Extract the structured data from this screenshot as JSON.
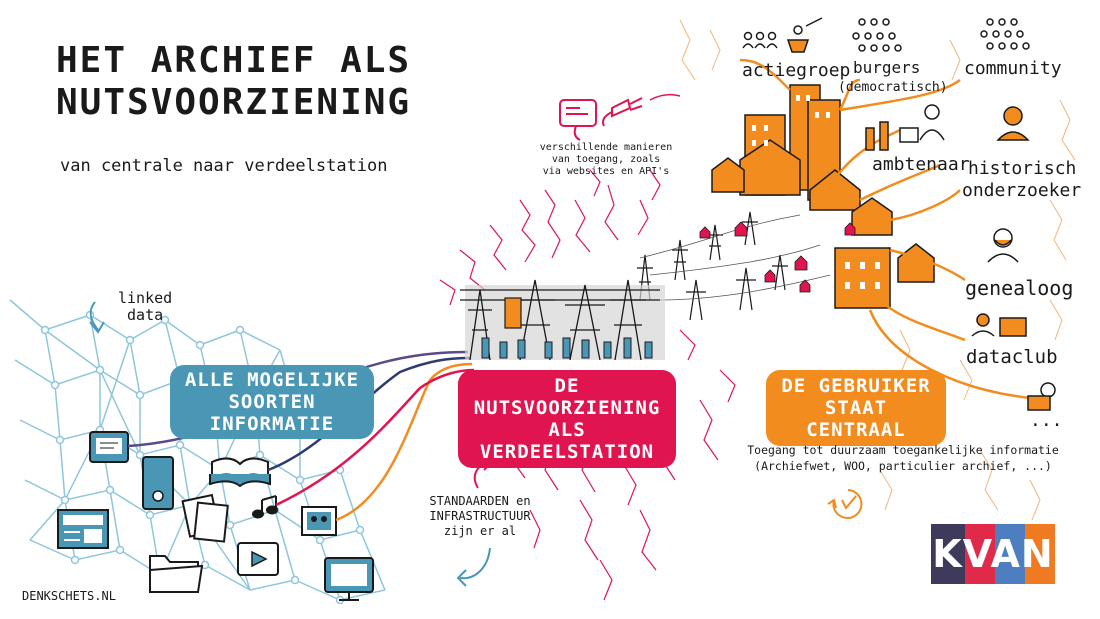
{
  "title": {
    "line1": "HET ARCHIEF ALS",
    "line2": "NUTSVOORZIENING",
    "subtitle": "van centrale naar verdeelstation"
  },
  "left": {
    "linked_data_1": "linked",
    "linked_data_2": "data",
    "banner_line1": "ALLE MOGELIJKE",
    "banner_line2": "SOORTEN INFORMATIE",
    "credit": "DENKSCHETS.NL"
  },
  "center": {
    "banner_line1": "DE NUTSVOORZIENING",
    "banner_line2": "ALS VERDEELSTATION",
    "access_note_1": "verschillende manieren",
    "access_note_2": "van toegang, zoals",
    "access_note_3": "via websites en API's",
    "standards_1": "STANDAARDEN en",
    "standards_2": "INFRASTRUCTUUR",
    "standards_3": "zijn er al"
  },
  "right": {
    "banner_line1": "DE GEBRUIKER",
    "banner_line2": "STAAT CENTRAAL",
    "users": {
      "actiegroep": "actiegroep",
      "burgers": "burgers",
      "democratisch": "(democratisch)",
      "community": "community",
      "ambtenaar": "ambtenaar",
      "historisch": "historisch",
      "onderzoeker": "onderzoeker",
      "genealoog": "genealoog",
      "dataclub": "dataclub",
      "more": "..."
    },
    "access_1": "Toegang tot duurzaam toegankelijke informatie",
    "access_2": "(Archiefwet, WOO, particulier archief, ...)"
  },
  "logo": {
    "text": "KVAN"
  },
  "colors": {
    "teal": "#4a97b5",
    "crimson": "#e0154f",
    "orange": "#f28c1f",
    "network": "#8ec6dc",
    "navy": "#2e3b6e",
    "purple": "#5b4a8a",
    "kvan_dark": "#3d3a5c",
    "kvan_red": "#e02a4a",
    "kvan_blue": "#4d7fc0",
    "kvan_orange": "#f07a22"
  },
  "icons": [
    "monitor-icon",
    "book-icon",
    "binder-icon",
    "music-icon",
    "photo-icon",
    "newspaper-icon",
    "folder-icon",
    "video-icon",
    "screen-icon",
    "plug-icon",
    "pylon-icon",
    "clock-icon",
    "house-icon",
    "people-icon"
  ]
}
